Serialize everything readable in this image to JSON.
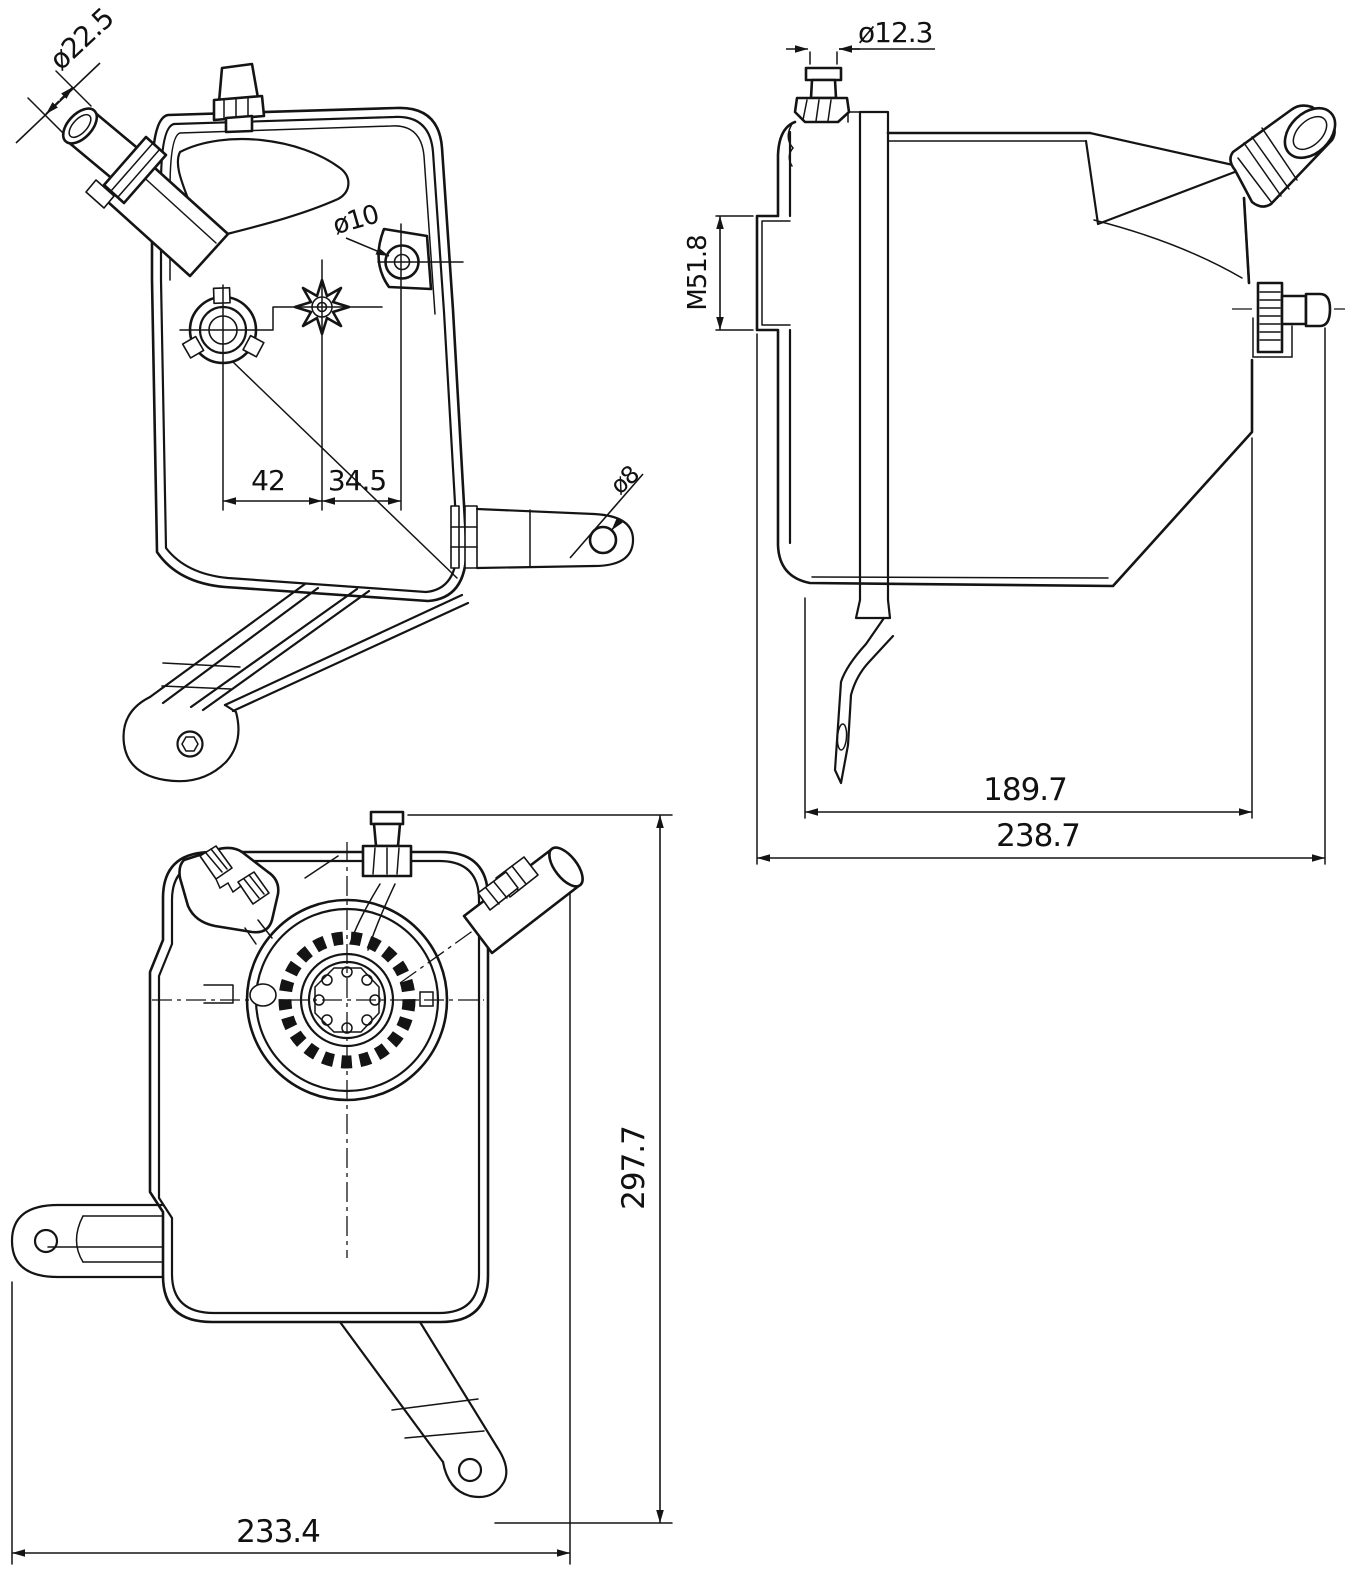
{
  "drawing": {
    "type": "technical-drawing",
    "subject": "coolant expansion tank, three orthographic views",
    "colors": {
      "line": "#141414",
      "background": "#ffffff"
    },
    "labels": {
      "front": {
        "neck_diameter": "ø22.5",
        "bleed_hole_diameter": "ø10",
        "spacing_a": "42",
        "spacing_b": "34.5",
        "bracket_hole_diameter": "ø8"
      },
      "side": {
        "vent_diameter": "ø12.3",
        "filler_thread": "M51.8",
        "depth_inner": "189.7",
        "depth_overall": "238.7"
      },
      "top": {
        "overall_height": "297.7",
        "overall_width": "233.4"
      }
    }
  }
}
